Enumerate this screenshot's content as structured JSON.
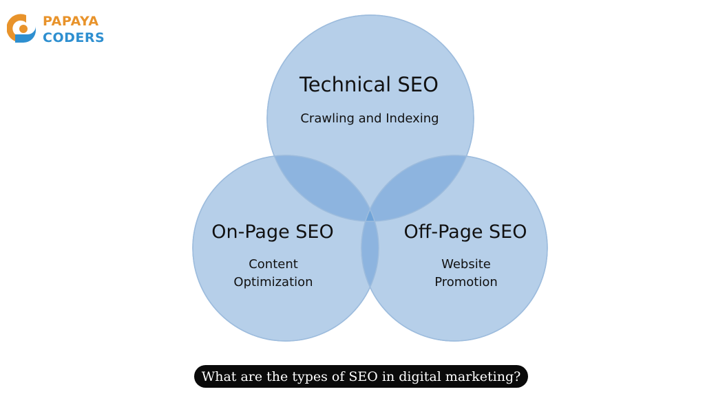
{
  "logo": {
    "line1": "PAPAYA",
    "line2": "CODERS",
    "orange": "#e8932b",
    "blue": "#2e8fd0"
  },
  "diagram": {
    "circles": [
      {
        "id": "top",
        "title": "Technical SEO",
        "subtitle": [
          "Crawling and Indexing"
        ]
      },
      {
        "id": "left",
        "title": "On-Page SEO",
        "subtitle": [
          "Content",
          "Optimization"
        ]
      },
      {
        "id": "right",
        "title": "Off-Page SEO",
        "subtitle": [
          "Website",
          "Promotion"
        ]
      }
    ],
    "colors": {
      "circle_fill": "#b6cfe9",
      "circle_stroke": "#9dbcdd",
      "pair_overlap": "#8db4df",
      "center_overlap": "#6fa3d8"
    }
  },
  "caption": "What are the types of SEO in digital marketing?"
}
